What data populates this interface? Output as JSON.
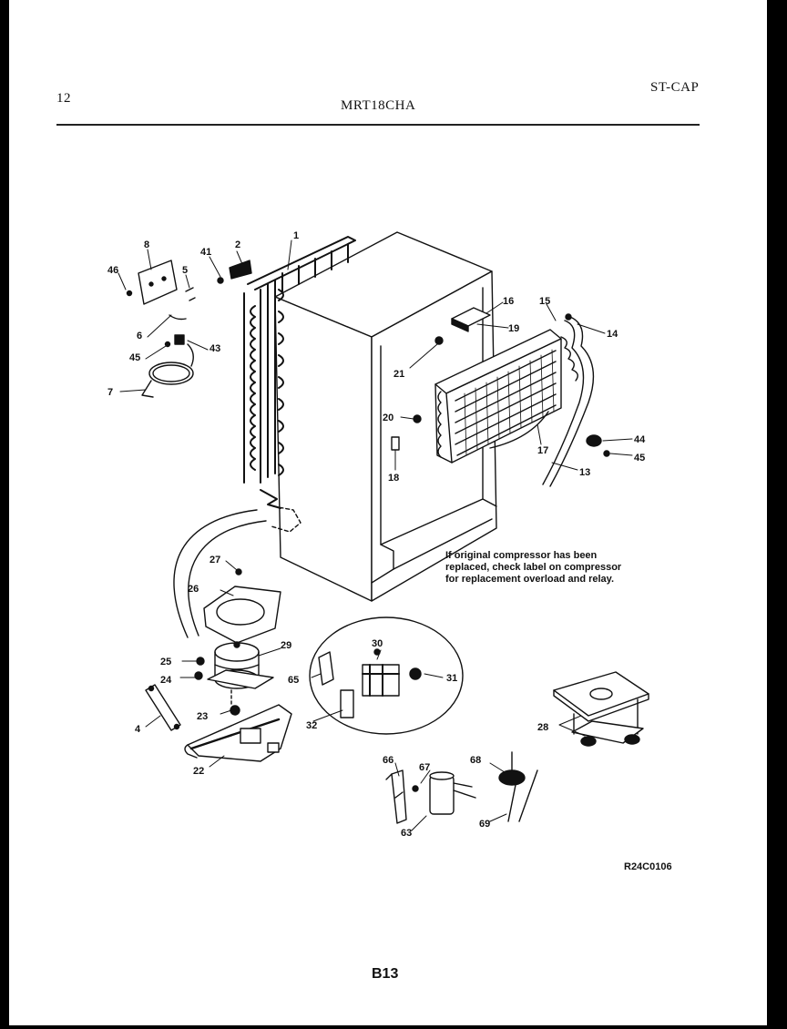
{
  "header": {
    "page_number": "12",
    "model": "MRT18CHA",
    "section": "ST-CAP"
  },
  "note": {
    "line1": "If original compressor has been",
    "line2": "replaced, check label on compressor",
    "line3": "for replacement overload and relay."
  },
  "callouts": {
    "c1": "1",
    "c2": "2",
    "c8": "8",
    "c41": "41",
    "c46": "46",
    "c5": "5",
    "c6": "6",
    "c45a": "45",
    "c43": "43",
    "c7": "7",
    "c16": "16",
    "c15": "15",
    "c19": "19",
    "c14": "14",
    "c21": "21",
    "c20": "20",
    "c18": "18",
    "c17": "17",
    "c13": "13",
    "c44": "44",
    "c45b": "45",
    "c27": "27",
    "c26": "26",
    "c29": "29",
    "c25": "25",
    "c24": "24",
    "c23": "23",
    "c4": "4",
    "c22": "22",
    "c30": "30",
    "c65": "65",
    "c31": "31",
    "c32": "32",
    "c28": "28",
    "c66": "66",
    "c67": "67",
    "c68": "68",
    "c63": "63",
    "c69": "69"
  },
  "footer": {
    "figure_code": "R24C0106",
    "page_code": "B13"
  }
}
